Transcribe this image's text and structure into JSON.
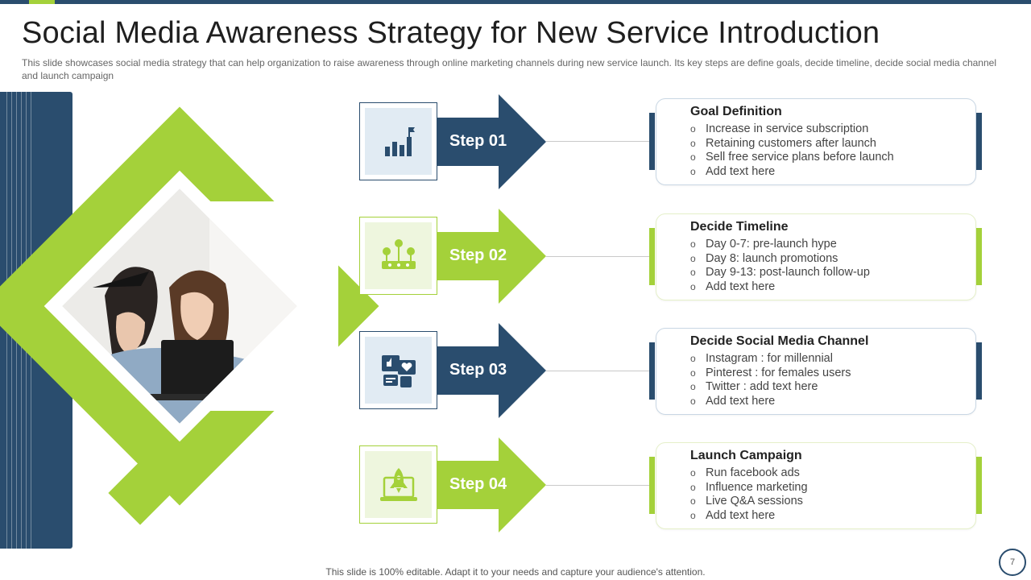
{
  "slide": {
    "title": "Social Media Awareness Strategy for New Service Introduction",
    "subtitle": "This slide showcases social media strategy that can help organization to raise awareness through online marketing channels during new service launch. Its key steps are define goals, decide timeline, decide social media channel and launch campaign",
    "footer": "This slide is 100% editable. Adapt it to your needs and capture your audience's attention.",
    "page_number": "7"
  },
  "colors": {
    "navy": "#2a4d6e",
    "green": "#a4d13a"
  },
  "steps": [
    {
      "label": "Step 01",
      "icon": "bar-chart-flag-icon",
      "card_title": "Goal Definition",
      "items": [
        "Increase in service subscription",
        "Retaining customers after launch",
        "Sell free service plans before launch",
        "Add text here"
      ]
    },
    {
      "label": "Step 02",
      "icon": "timeline-icon",
      "card_title": "Decide Timeline",
      "items": [
        "Day 0-7: pre-launch hype",
        "Day 8: launch promotions",
        "Day 9-13: post-launch follow-up",
        "Add text here"
      ]
    },
    {
      "label": "Step 03",
      "icon": "social-media-icon",
      "card_title": "Decide Social Media Channel",
      "items": [
        "Instagram : for millennial",
        "Pinterest : for females users",
        "Twitter : add text here",
        "Add text here"
      ]
    },
    {
      "label": "Step 04",
      "icon": "rocket-laptop-icon",
      "card_title": "Launch Campaign",
      "items": [
        "Run facebook ads",
        "Influence marketing",
        "Live Q&A sessions",
        "Add text here"
      ]
    }
  ],
  "bullet_glyph": "o"
}
